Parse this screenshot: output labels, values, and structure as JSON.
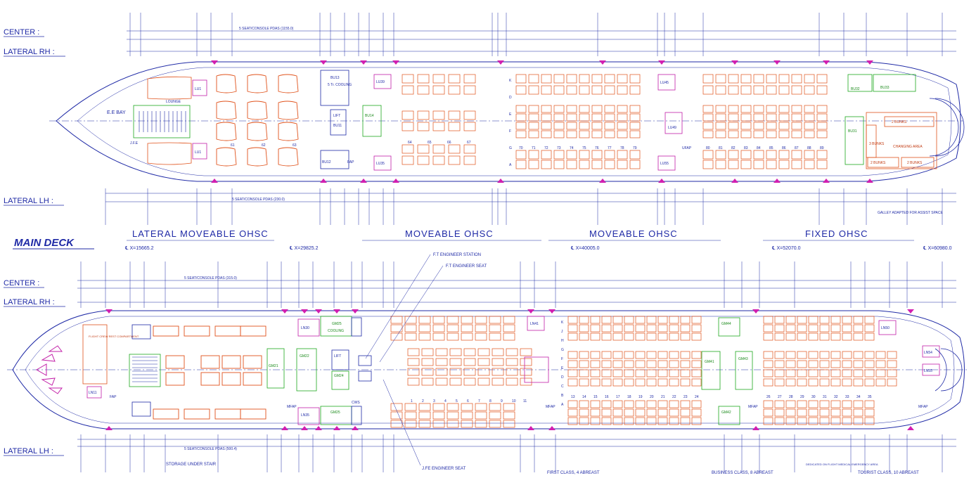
{
  "deck_title": "MAIN DECK",
  "reference_labels": {
    "upper_center": "CENTER :",
    "upper_lateral_rh": "LATERAL RH :",
    "upper_lateral_lh": "LATERAL LH :",
    "lower_center": "CENTER :",
    "lower_lateral_rh": "LATERAL RH :",
    "lower_lateral_lh": "LATERAL LH :"
  },
  "ohsc_labels": {
    "lateral_moveable": "LATERAL MOVEABLE OHSC",
    "moveable_1": "MOVEABLE OHSC",
    "moveable_2": "MOVEABLE OHSC",
    "fixed": "FIXED OHSC"
  },
  "station_markers": [
    "℄ X=15665.2",
    "℄ X=29825.2",
    "℄ X=40005.0",
    "℄ X=52070.0",
    "℄ X=60980.0"
  ],
  "upper_deck": {
    "zones": {
      "lounge": "LOUNGE",
      "ee_bay": "E.E BAY",
      "fe": "J.F.E",
      "lu1_top": "LU1",
      "lu1_bottom": "LU1",
      "bu13": "BU13",
      "bu13_note": "5 Tr. COOLING",
      "bu14": "BU14",
      "bu11": "BU11",
      "bu12": "BU12",
      "lift": "LIFT",
      "fap": "FAP",
      "ufap": "UFAP",
      "lu39": "LU39",
      "lu35": "LU35",
      "lu45": "LU45",
      "lu49": "LU49",
      "lu55": "LU55",
      "bu31": "BU31",
      "bu32": "BU32",
      "bu33": "BU33",
      "bunks_1": "2 BUNKS",
      "bunks_2": "3 BUNKS",
      "bunks_3": "2 BUNKS",
      "bunks_4": "2 BUNKS",
      "changing_area": "CHANGING AREA",
      "galley_note": "GALLEY ADAPTED FOR ASSIST SPACE"
    },
    "row_numbers_first": [
      "61",
      "62",
      "63",
      "64",
      "65",
      "66",
      "67"
    ],
    "row_numbers_econ_1": [
      "70",
      "71",
      "72",
      "73",
      "74",
      "75",
      "76",
      "77",
      "78",
      "79"
    ],
    "row_numbers_econ_2": [
      "80",
      "81",
      "82",
      "83",
      "84",
      "85",
      "86",
      "87",
      "88",
      "89"
    ],
    "seat_letters": [
      "K",
      "D",
      "E",
      "F",
      "G",
      "A"
    ],
    "dim_center": "5 SEAT/CONSOLE PDAS (1155.0)",
    "dim_lateral_lh": "5 SEAT/CONSOLE PDAS (230.0)"
  },
  "lower_deck": {
    "zones": {
      "crew_rest": "FLIGHT CREW REST COMPARTMENT",
      "ln11": "LN11",
      "fap_fwd": "FAP",
      "mfap_1": "MFAP",
      "mfap_2": "MFAP",
      "mfap_3": "MFAP",
      "mfap_4": "MFAP",
      "ln30": "LN30",
      "ln35": "LN35",
      "gm25_top": "GM25",
      "gm25_bottom": "GM25",
      "gm22": "GM22",
      "gm21": "GM21",
      "gm24": "GM24",
      "lift": "LIFT",
      "cws": "CWS",
      "ln41": "LN41",
      "gm41": "GM41",
      "gm43": "GM43",
      "gm42": "GM42",
      "gm44": "GM44",
      "ln50": "LN50",
      "ln54": "LN54",
      "ln55": "LN55",
      "cooling": "COOLING",
      "storage": "STORAGE UNDER STAIR",
      "fe_station": "F.T ENGINEER STATION",
      "fe_seat": "F.T ENGINEER SEAT",
      "fe_seat_2": "J.FE ENGINEER SEAT"
    },
    "row_numbers_business": [
      "1",
      "2",
      "3",
      "4",
      "5",
      "6",
      "7",
      "8",
      "9",
      "10",
      "11"
    ],
    "row_numbers_econ_1": [
      "13",
      "14",
      "15",
      "16",
      "17",
      "18",
      "19",
      "20",
      "21",
      "22",
      "23",
      "24"
    ],
    "row_numbers_econ_2": [
      "26",
      "27",
      "28",
      "29",
      "30",
      "31",
      "32",
      "33",
      "34",
      "35"
    ],
    "seat_letters": [
      "K",
      "J",
      "H",
      "G",
      "F",
      "E",
      "D",
      "C",
      "B",
      "A"
    ],
    "dim_center": "5 SEAT/CONSOLE PDAS (315.0)",
    "dim_lateral_lh": "5 SEAT/CONSOLE PDAS (500.4)",
    "footer_labels": {
      "first_class": "FIRST CLASS, 4 ABREAST",
      "business_class": "BUSINESS CLASS, 8 ABREAST",
      "dedicated": "DEDICATED ON FLIGHT MEDICAL EMERGENCY AREA",
      "tourist_class": "TOURIST CLASS, 10 ABREAST"
    }
  },
  "colors": {
    "line": "#1f2aa6",
    "seat": "#e0521b",
    "monument": "#1fa81f",
    "lavatory": "#c21fa8",
    "door": "#d21fb0"
  }
}
